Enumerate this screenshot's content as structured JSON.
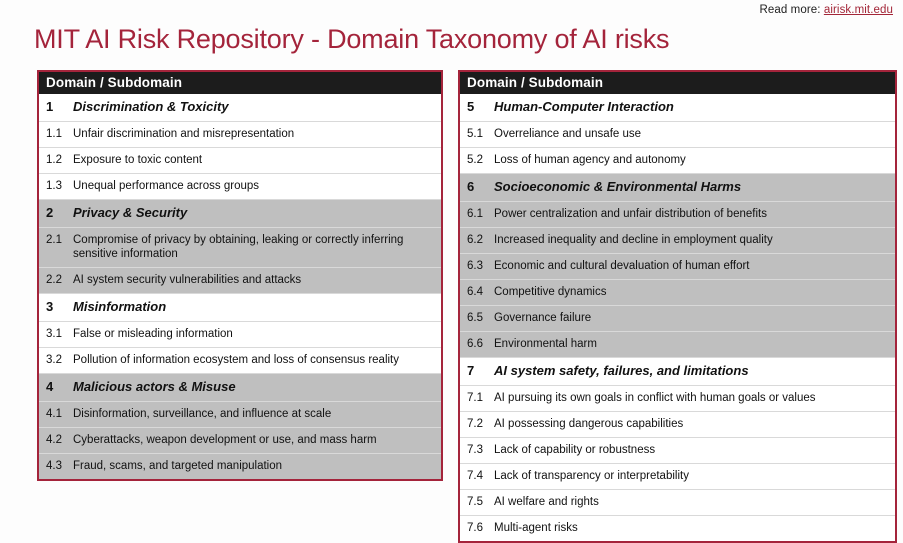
{
  "readmore": {
    "label": "Read more:",
    "link_text": "airisk.mit.edu"
  },
  "title": "MIT AI Risk Repository - Domain Taxonomy of AI risks",
  "colors": {
    "accent": "#A4243B",
    "header_bg": "#1c1c1c",
    "shade_gray": "#bfbfbf",
    "shade_white": "#ffffff",
    "text": "#111111"
  },
  "tables": [
    {
      "header": "Domain / Subdomain",
      "groups": [
        {
          "shade": "white",
          "domain": {
            "num": "1",
            "title": "Discrimination & Toxicity"
          },
          "subdomains": [
            {
              "num": "1.1",
              "title": "Unfair discrimination and misrepresentation"
            },
            {
              "num": "1.2",
              "title": "Exposure to toxic content"
            },
            {
              "num": "1.3",
              "title": "Unequal performance across groups"
            }
          ]
        },
        {
          "shade": "gray",
          "domain": {
            "num": "2",
            "title": "Privacy & Security"
          },
          "subdomains": [
            {
              "num": "2.1",
              "title": "Compromise of privacy by obtaining, leaking or correctly inferring sensitive information"
            },
            {
              "num": "2.2",
              "title": "AI system security vulnerabilities and attacks"
            }
          ]
        },
        {
          "shade": "white",
          "domain": {
            "num": "3",
            "title": "Misinformation"
          },
          "subdomains": [
            {
              "num": "3.1",
              "title": "False or misleading information"
            },
            {
              "num": "3.2",
              "title": "Pollution of information ecosystem and loss of consensus reality"
            }
          ]
        },
        {
          "shade": "gray",
          "domain": {
            "num": "4",
            "title": "Malicious actors & Misuse"
          },
          "subdomains": [
            {
              "num": "4.1",
              "title": "Disinformation, surveillance, and influence at scale"
            },
            {
              "num": "4.2",
              "title": "Cyberattacks, weapon development or use, and mass harm"
            },
            {
              "num": "4.3",
              "title": "Fraud, scams, and targeted manipulation"
            }
          ]
        }
      ]
    },
    {
      "header": "Domain / Subdomain",
      "groups": [
        {
          "shade": "white",
          "domain": {
            "num": "5",
            "title": "Human-Computer Interaction"
          },
          "subdomains": [
            {
              "num": "5.1",
              "title": "Overreliance and unsafe use"
            },
            {
              "num": "5.2",
              "title": "Loss of human agency and autonomy"
            }
          ]
        },
        {
          "shade": "gray",
          "domain": {
            "num": "6",
            "title": "Socioeconomic & Environmental Harms"
          },
          "subdomains": [
            {
              "num": "6.1",
              "title": "Power centralization and unfair distribution of benefits"
            },
            {
              "num": "6.2",
              "title": "Increased inequality and decline in employment quality"
            },
            {
              "num": "6.3",
              "title": "Economic and cultural devaluation of human effort"
            },
            {
              "num": "6.4",
              "title": "Competitive dynamics"
            },
            {
              "num": "6.5",
              "title": "Governance failure"
            },
            {
              "num": "6.6",
              "title": "Environmental harm"
            }
          ]
        },
        {
          "shade": "white",
          "domain": {
            "num": "7",
            "title": "AI system safety, failures, and limitations"
          },
          "subdomains": [
            {
              "num": "7.1",
              "title": "AI pursuing its own goals in conflict with human goals or values"
            },
            {
              "num": "7.2",
              "title": "AI possessing dangerous capabilities"
            },
            {
              "num": "7.3",
              "title": "Lack of capability or robustness"
            },
            {
              "num": "7.4",
              "title": "Lack of transparency or interpretability"
            },
            {
              "num": "7.5",
              "title": "AI welfare and rights"
            },
            {
              "num": "7.6",
              "title": "Multi-agent risks"
            }
          ]
        }
      ]
    }
  ]
}
